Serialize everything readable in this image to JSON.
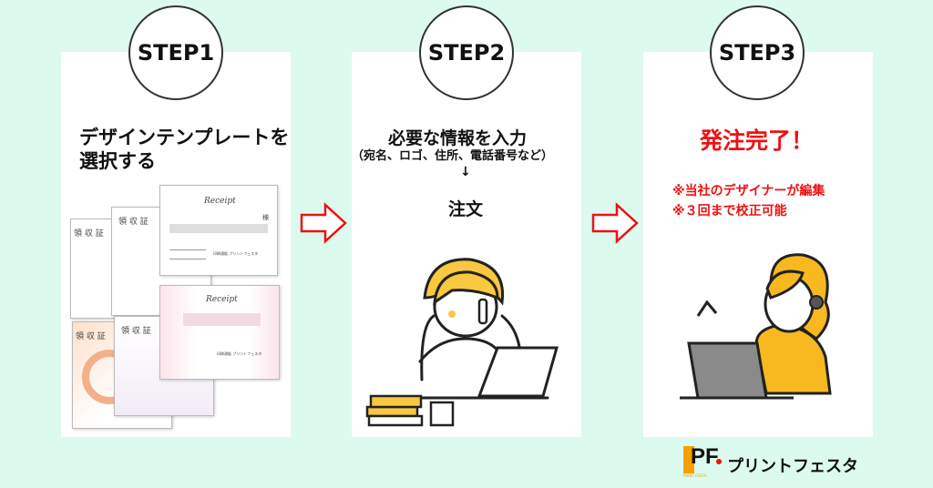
{
  "steps": [
    {
      "label": "STEP1",
      "title_line1": "デザインテンプレートを",
      "title_line2": "選択する"
    },
    {
      "label": "STEP2",
      "title": "必要な情報を入力",
      "subtitle": "（宛名、ロゴ、住所、電話番号など）",
      "arrow": "↓",
      "title2": "注文"
    },
    {
      "label": "STEP3",
      "title": "発注完了！",
      "note1": "※当社のデザイナーが編集",
      "note2": "※３回まで校正可能"
    }
  ],
  "templates": {
    "receipt_jp": "領 収 証",
    "receipt_en": "Receipt",
    "sama": "様",
    "company": "印刷通販 プリントフェスタ"
  },
  "brand": {
    "name": "プリントフェスタ",
    "logo_letters": "PF",
    "logo_sub": "PRINT FESTA"
  },
  "colors": {
    "background": "#dcfaee",
    "accent": "#ee1111",
    "logo_orange": "#f5a000"
  }
}
